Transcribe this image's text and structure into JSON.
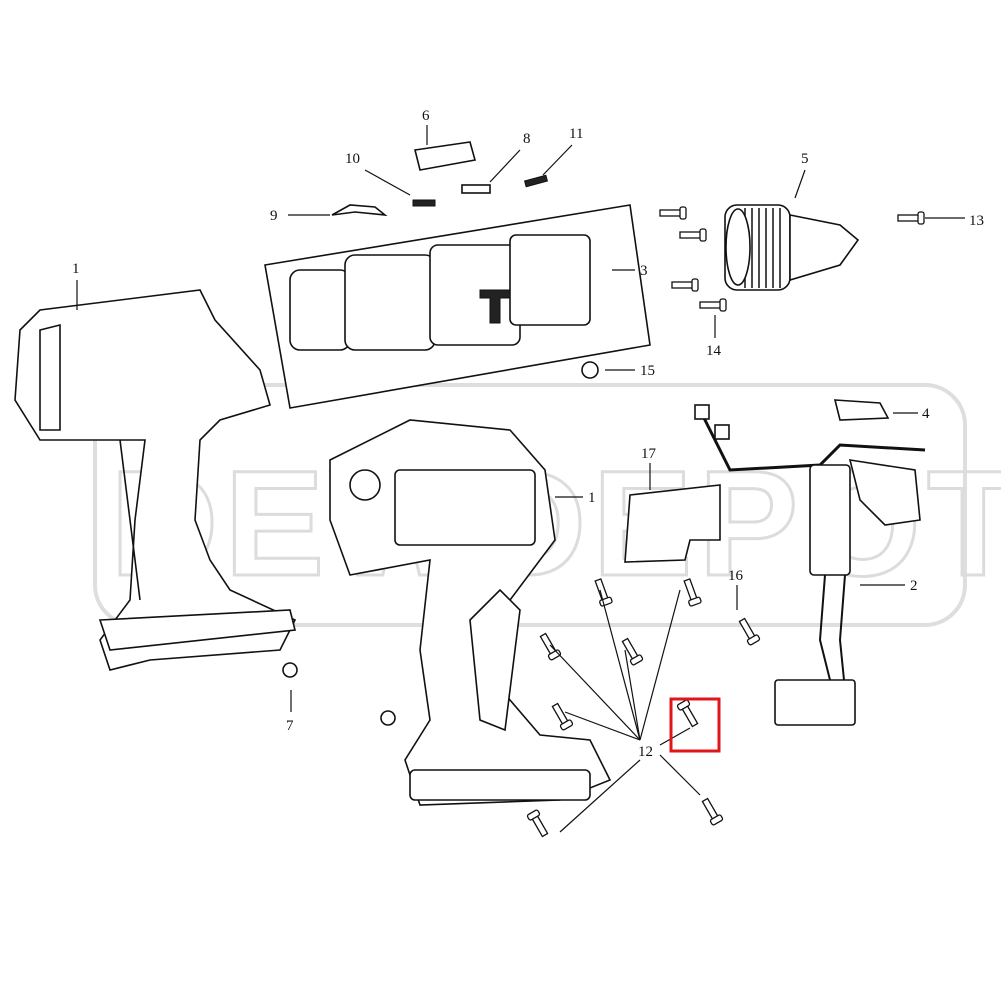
{
  "watermark": "DEWDEPOT",
  "highlight_color": "#e0161b",
  "callouts": {
    "c1a": "1",
    "c1b": "1",
    "c2": "2",
    "c3": "3",
    "c4": "4",
    "c5": "5",
    "c6": "6",
    "c7": "7",
    "c8": "8",
    "c9": "9",
    "c10": "10",
    "c11": "11",
    "c12": "12",
    "c13": "13",
    "c14": "14",
    "c15": "15",
    "c16": "16",
    "c17": "17"
  }
}
